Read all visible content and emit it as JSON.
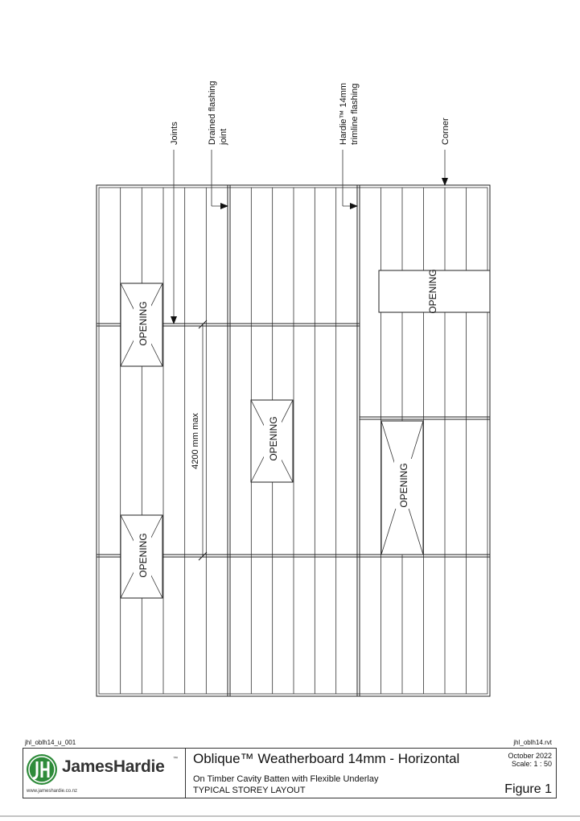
{
  "drawing": {
    "labels": {
      "joints": "Joints",
      "drained_flashing_line1": "Drained flashing",
      "drained_flashing_line2": "joint",
      "trimline_line1": "Hardie™ 14mm",
      "trimline_line2": "trimline flashing",
      "corner": "Corner",
      "dimension": "4200 mm max"
    },
    "openings": [
      "OPENING",
      "OPENING",
      "OPENING",
      "OPENING",
      "OPENING"
    ]
  },
  "title_block": {
    "code_left": "jhl_oblh14_u_001",
    "code_right": "jhl_oblh14.rvt",
    "brand": "JamesHardie",
    "brand_tm": "™",
    "website": "www.jameshardie.co.nz",
    "title": "Oblique™ Weatherboard 14mm - Horizontal",
    "subtitle": "On Timber Cavity Batten with Flexible Underlay",
    "subtitle2": "TYPICAL STOREY LAYOUT",
    "date": "October 2022",
    "scale": "Scale: 1 : 50",
    "figure": "Figure 1"
  },
  "colors": {
    "brand_green": "#2e8b3a",
    "line": "#222222"
  }
}
